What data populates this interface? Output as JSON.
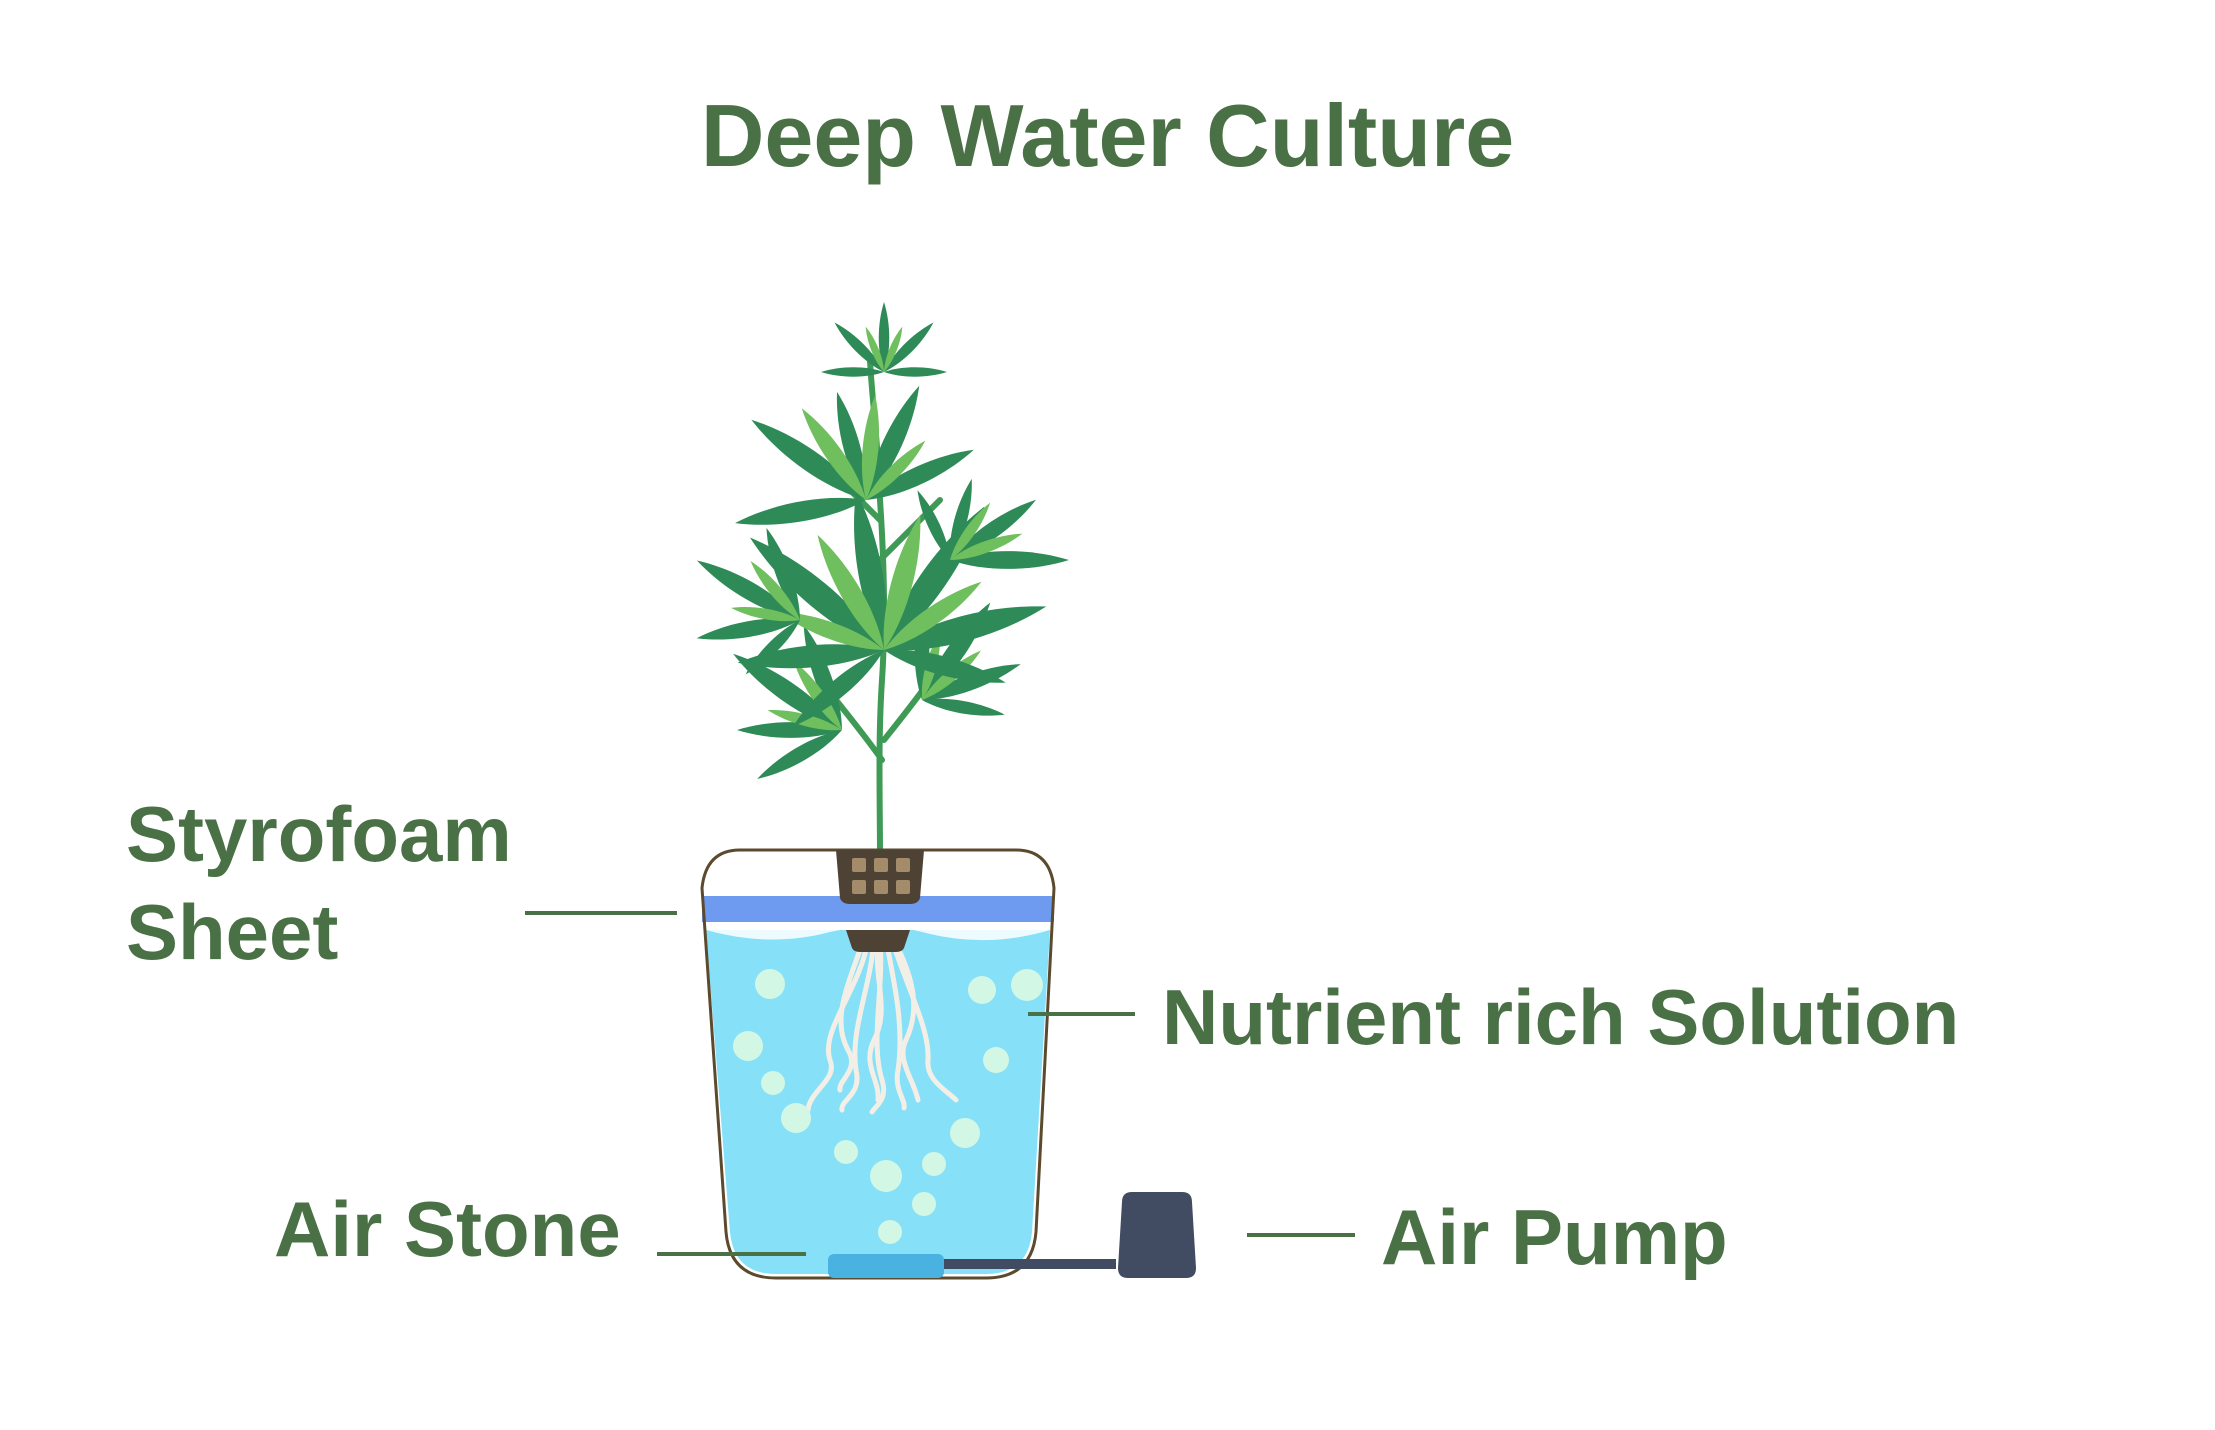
{
  "title": "Deep Water Culture",
  "labels": {
    "styrofoam_line1": "Styrofoam",
    "styrofoam_line2": "Sheet",
    "nutrient": "Nutrient rich Solution",
    "air_stone": "Air Stone",
    "air_pump": "Air Pump"
  },
  "colors": {
    "text": "#4a7145",
    "leader_line": "#4a7145",
    "water": "#86e0f8",
    "styrofoam_sheet": "#6e9bf0",
    "container_outline": "#5c4a2e",
    "leaf_dark": "#2e8b57",
    "leaf_light": "#6fbf5f",
    "net_pot": "#4d4234",
    "net_pot_holes": "#a48c6a",
    "roots": "#f4efe6",
    "bubbles": "#d2f7e4",
    "air_stone": "#4ab2e0",
    "air_pump": "#414c63"
  },
  "icons": [
    "plant",
    "net-pot",
    "container",
    "air-stone",
    "air-pump",
    "air-tube",
    "bubbles",
    "roots"
  ]
}
